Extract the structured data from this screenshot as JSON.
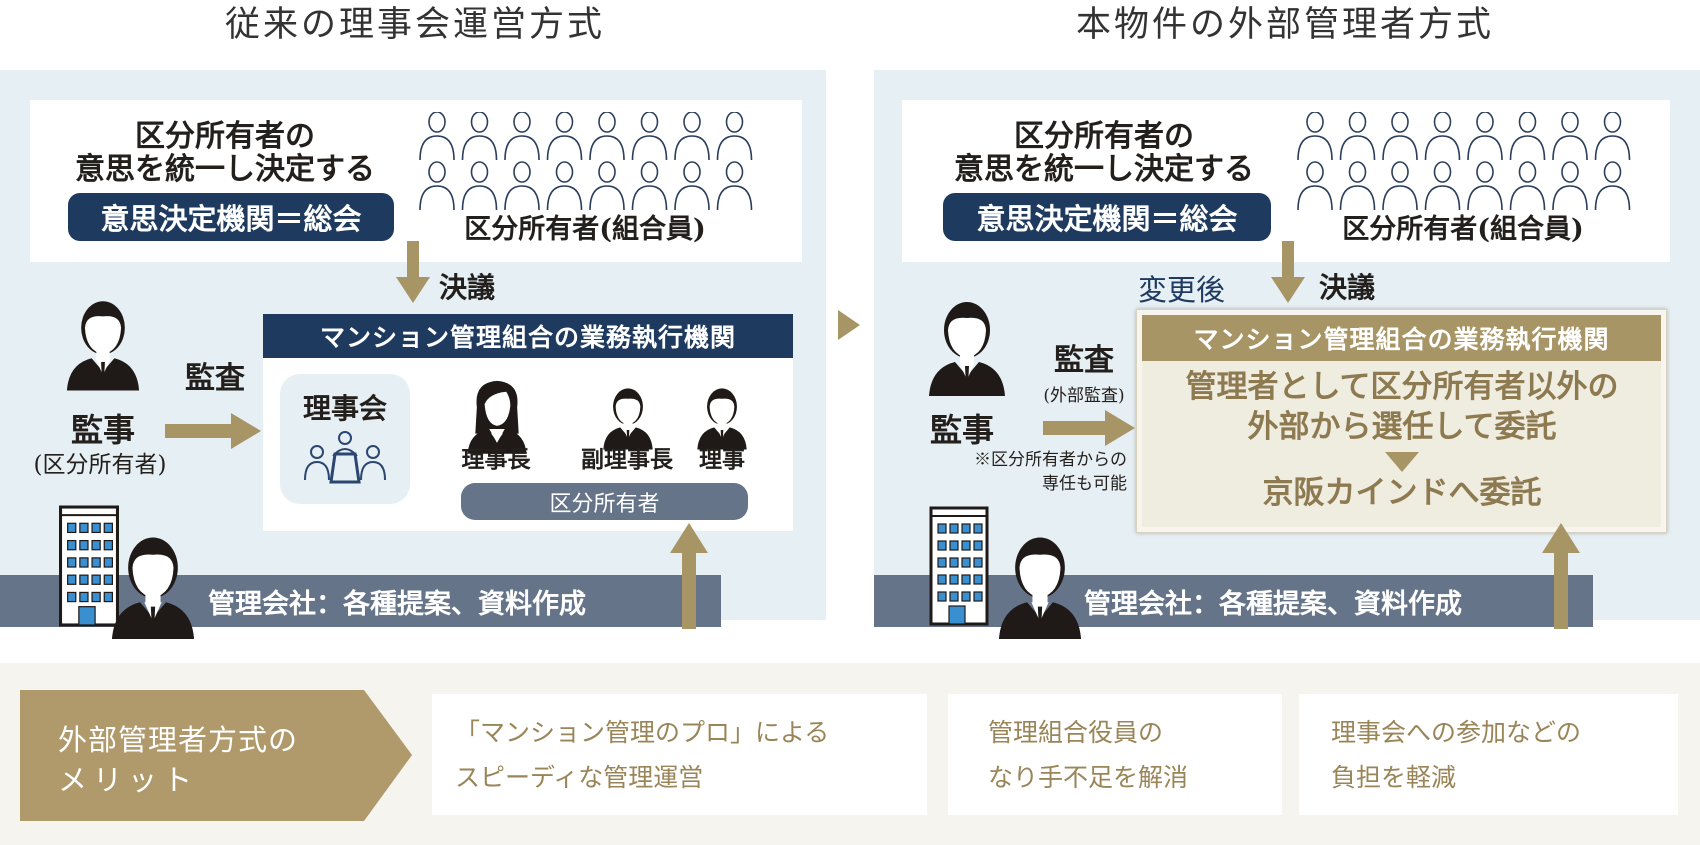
{
  "colors": {
    "navy": "#1e3a5f",
    "gold": "#a89565",
    "panel": "#e6eff3",
    "slate": "#66748a",
    "footer": "#f5f4ee"
  },
  "left": {
    "title": "従来の理事会運営方式",
    "owners_line1": "区分所有者の",
    "owners_line2": "意思を統一し決定する",
    "general_meeting": "意思決定機関＝総会",
    "members_label": "区分所有者(組合員)",
    "resolution": "決議",
    "exec_header": "マンション管理組合の業務執行機関",
    "board": "理事会",
    "roles": [
      "理事長",
      "副理事長",
      "理事"
    ],
    "owner_pill": "区分所有者",
    "audit": "監査",
    "auditor": "監事",
    "auditor_note": "(区分所有者)",
    "company": "管理会社：各種提案、資料作成"
  },
  "right": {
    "title": "本物件の外部管理者方式",
    "owners_line1": "区分所有者の",
    "owners_line2": "意思を統一し決定する",
    "general_meeting": "意思決定機関＝総会",
    "members_label": "区分所有者(組合員)",
    "resolution": "決議",
    "after_change": "変更後",
    "exec_header": "マンション管理組合の業務執行機関",
    "exec_line1": "管理者として区分所有者以外の",
    "exec_line2": "外部から選任して委託",
    "exec_result": "京阪カインドへ委託",
    "audit": "監査",
    "audit_note": "(外部監査)",
    "auditor": "監事",
    "auditor_note1": "※区分所有者からの",
    "auditor_note2": "専任も可能",
    "company": "管理会社：各種提案、資料作成"
  },
  "merits": {
    "heading_line1": "外部管理者方式の",
    "heading_line2": "メリット",
    "items": [
      {
        "line1": "「マンション管理のプロ」による",
        "line2": "スピーディな管理運営"
      },
      {
        "line1": "管理組合役員の",
        "line2": "なり手不足を解消"
      },
      {
        "line1": "理事会への参加などの",
        "line2": "負担を軽減"
      }
    ]
  }
}
